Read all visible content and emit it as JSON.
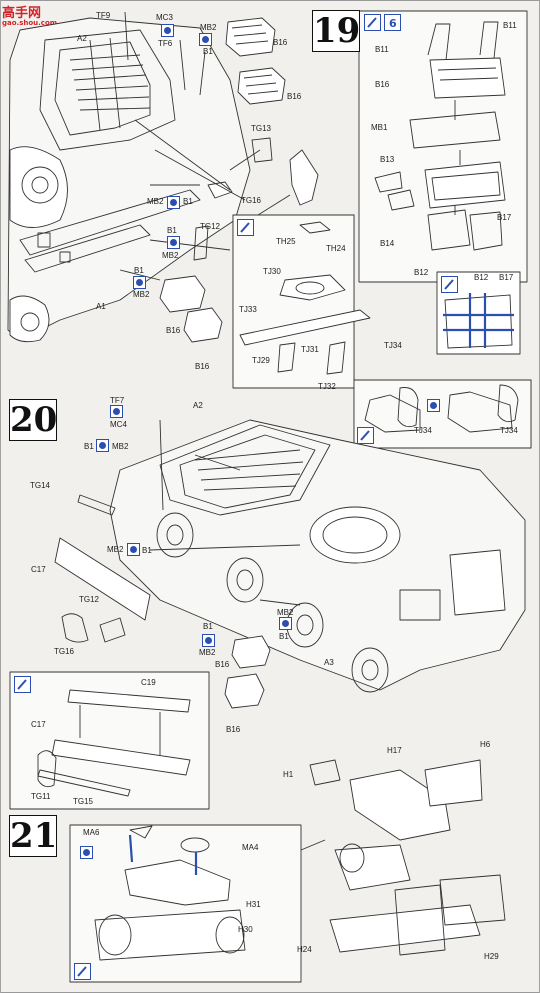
{
  "watermark": {
    "logo": "高手网",
    "url": "gao.shou.com"
  },
  "steps": {
    "s19": "19",
    "s20": "20",
    "s21": "21"
  },
  "inset19": {
    "count": "6"
  },
  "labels": {
    "p19": [
      "TF9",
      "MC3",
      "TF6",
      "MB2",
      "B1",
      "B16",
      "A2",
      "B16",
      "TG13",
      "MB2",
      "B1",
      "TG16",
      "TG12",
      "B1",
      "MB2",
      "B1",
      "MB2",
      "A1",
      "B16",
      "B16"
    ],
    "inset19": [
      "B11",
      "B11",
      "B16",
      "MB1",
      "B13",
      "B14",
      "B17",
      "B12",
      "B12",
      "B17"
    ],
    "sub19": [
      "TH25",
      "TH24",
      "TJ30",
      "TJ33",
      "TJ29",
      "TJ31",
      "TJ32",
      "TJ34",
      "TJ34",
      "TJ34"
    ],
    "p20": [
      "TF7",
      "MC4",
      "A2",
      "B1",
      "MB2",
      "TG14",
      "C17",
      "MB2",
      "B1",
      "TG12",
      "TG16",
      "MB2",
      "B1",
      "B1",
      "MB2",
      "B16",
      "A3",
      "B16"
    ],
    "sub20": [
      "C19",
      "C17",
      "TG11",
      "TG15"
    ],
    "p21": [
      "H17",
      "H6",
      "H1",
      "MA6",
      "MA4",
      "H31",
      "H30",
      "H24",
      "H29"
    ]
  }
}
